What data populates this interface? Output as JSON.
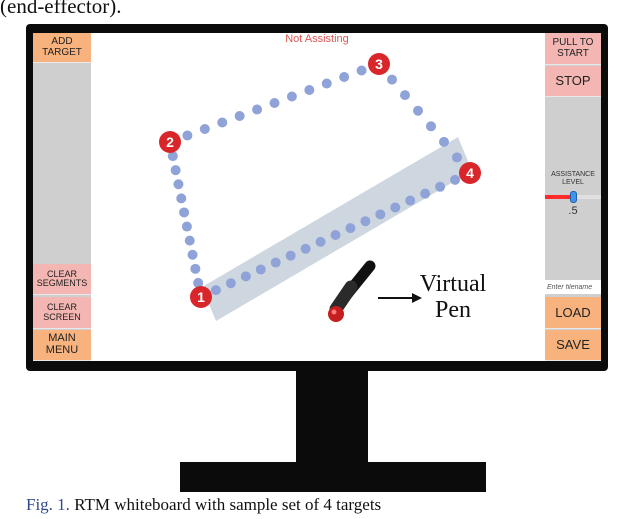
{
  "top_caption": "(end-effector).",
  "figure_caption": {
    "number": "Fig. 1.",
    "text": " RTM whiteboard with sample set of 4 targets"
  },
  "app": {
    "status": "Not Assisting",
    "left_panel": {
      "add_target": "ADD\nTARGET",
      "clear_segments": "CLEAR\nSEGMENTS",
      "clear_screen": "CLEAR\nSCREEN",
      "main_menu": "MAIN\nMENU"
    },
    "right_panel": {
      "pull_to_start": "PULL TO\nSTART",
      "stop": "STOP",
      "assistance_label": "ASSISTANCE\nLEVEL",
      "assistance_value": ".5",
      "assistance_level": 0.5,
      "filename_placeholder": "Enter filename",
      "load": "LOAD",
      "save": "SAVE"
    },
    "targets": [
      {
        "label": "1"
      },
      {
        "label": "2"
      },
      {
        "label": "3"
      },
      {
        "label": "4"
      }
    ],
    "annotation": {
      "line1": "Virtual",
      "line2": "Pen"
    },
    "colors": {
      "orange_button": "#f7b27d",
      "pink_button": "#f3b6b3",
      "panel_gray": "#cfcfcf",
      "target_red": "#d9262a",
      "path_dot": "#8fa3d8",
      "status_red": "#e05555",
      "slider_fill": "#ff2a2a",
      "slider_thumb": "#3f93e8"
    }
  }
}
